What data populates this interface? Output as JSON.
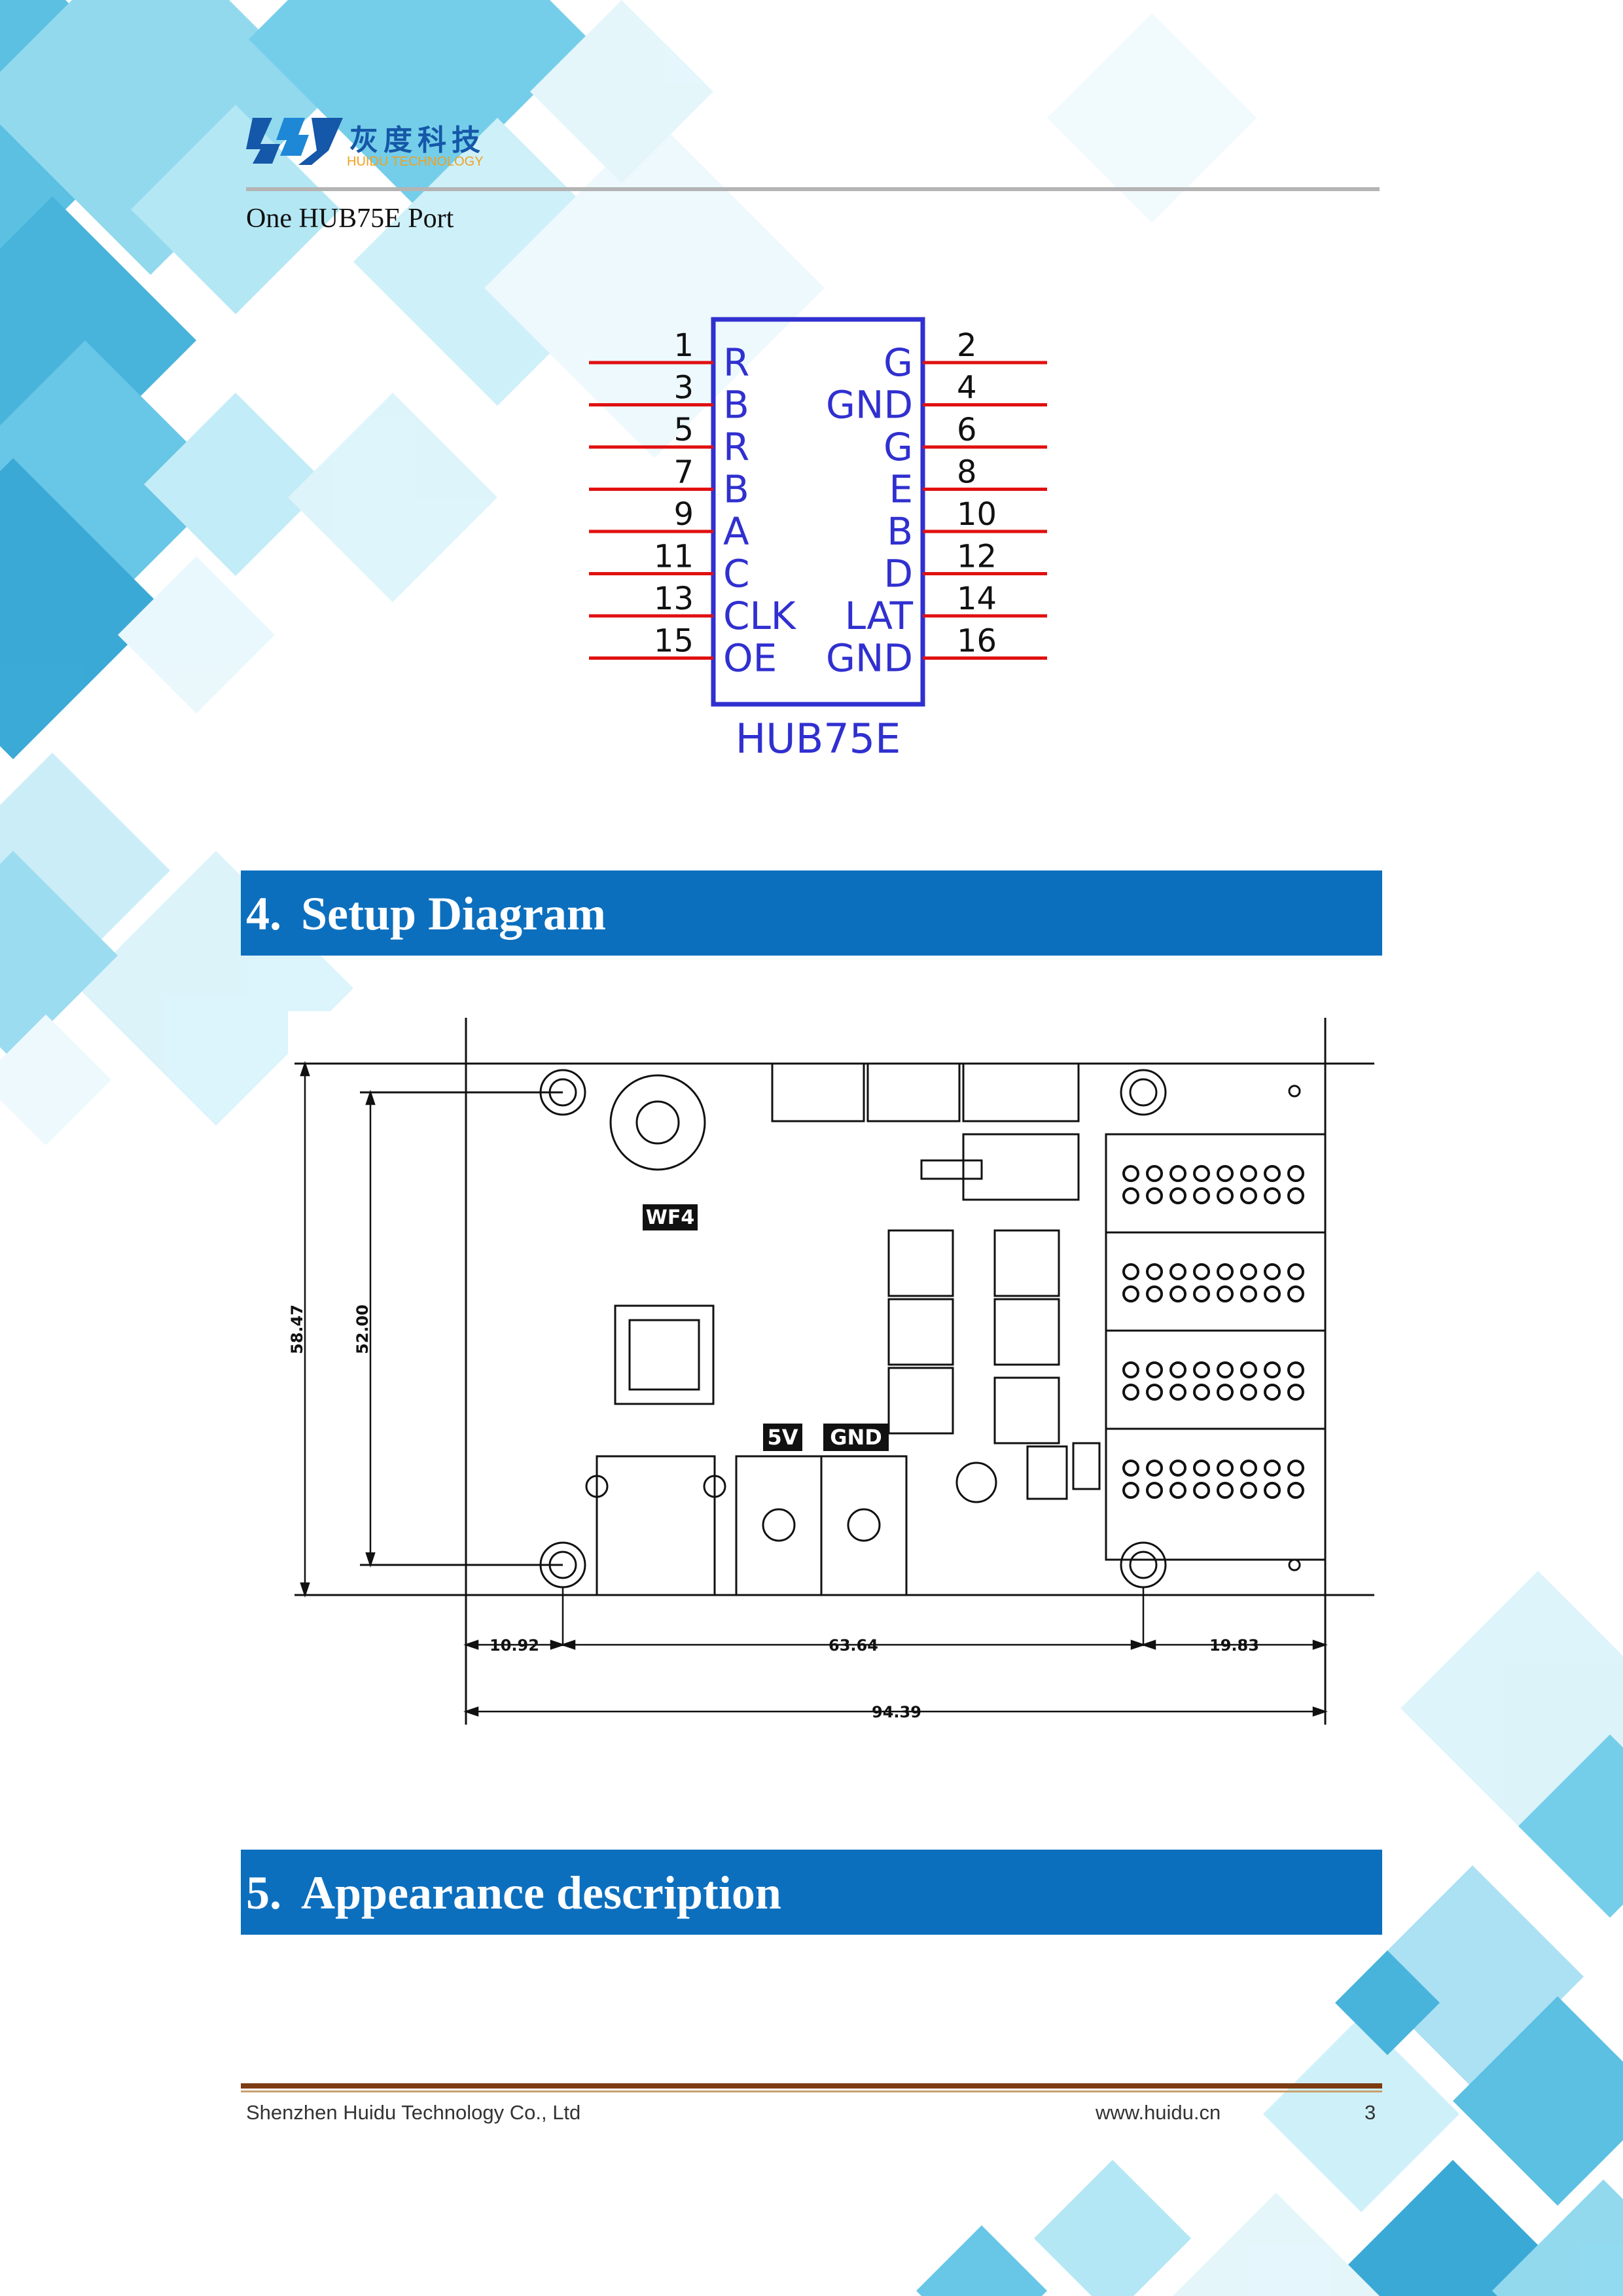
{
  "header": {
    "brand_cn": "灰度科技",
    "brand_en": "HUIDU TECHNOLOGY"
  },
  "subtitle": "One HUB75E Port",
  "hub75e": {
    "label": "HUB75E",
    "left_pins": [
      {
        "num": "1",
        "signal": "R"
      },
      {
        "num": "3",
        "signal": "B"
      },
      {
        "num": "5",
        "signal": "R"
      },
      {
        "num": "7",
        "signal": "B"
      },
      {
        "num": "9",
        "signal": "A"
      },
      {
        "num": "11",
        "signal": "C"
      },
      {
        "num": "13",
        "signal": "CLK"
      },
      {
        "num": "15",
        "signal": "OE"
      }
    ],
    "right_pins": [
      {
        "num": "2",
        "signal": "G"
      },
      {
        "num": "4",
        "signal": "GND"
      },
      {
        "num": "6",
        "signal": "G"
      },
      {
        "num": "8",
        "signal": "E"
      },
      {
        "num": "10",
        "signal": "B"
      },
      {
        "num": "12",
        "signal": "D"
      },
      {
        "num": "14",
        "signal": "LAT"
      },
      {
        "num": "16",
        "signal": "GND"
      }
    ],
    "colors": {
      "body": "#3030d0",
      "pin_line": "#e01010",
      "number": "#111111"
    }
  },
  "sections": [
    {
      "number": "4.",
      "title": "Setup Diagram"
    },
    {
      "number": "5.",
      "title": "Appearance description"
    }
  ],
  "setup_diagram": {
    "board_label": "WF4",
    "power_labels": [
      "5V",
      "GND"
    ],
    "dimensions": {
      "height_outer": "58.47",
      "height_inner": "52.00",
      "left_offset": "10.92",
      "hole_spacing": "63.64",
      "right_offset": "19.83",
      "total_width": "94.39"
    }
  },
  "footer": {
    "company": "Shenzhen Huidu Technology Co., Ltd",
    "website": "www.huidu.cn",
    "page_number": "3"
  },
  "accent_colors": {
    "section_bar": "#0c6fbe",
    "logo_blue": "#1557a8",
    "logo_orange": "#f0a020"
  }
}
